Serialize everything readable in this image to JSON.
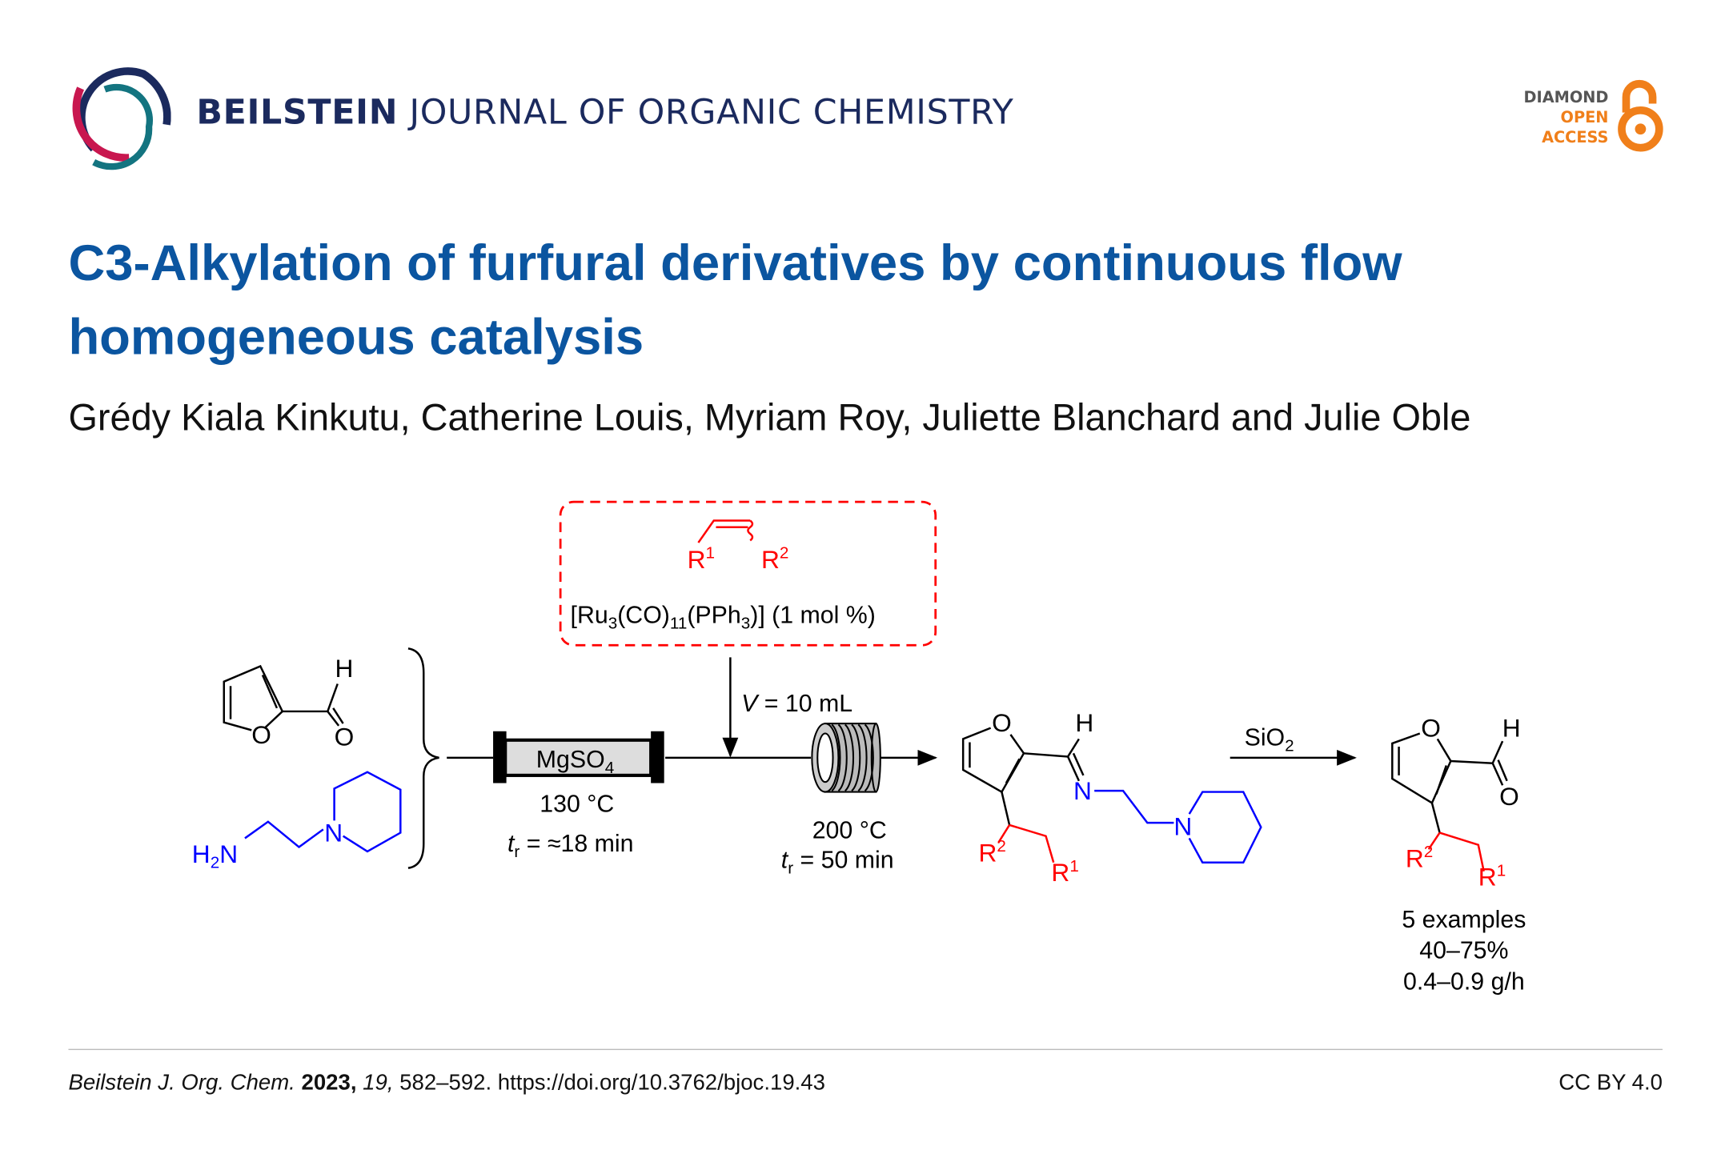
{
  "header": {
    "journal_bold": "BEILSTEIN",
    "journal_rest": "JOURNAL OF ORGANIC CHEMISTRY",
    "logo_colors": {
      "navy": "#1b2a5e",
      "crimson": "#c8174f",
      "teal": "#137480"
    },
    "open_access": {
      "line1": "DIAMOND",
      "line2": "OPEN",
      "line3": "ACCESS",
      "color": "#f07f1a",
      "dark": "#555555"
    }
  },
  "article": {
    "title_line1": "C3-Alkylation of furfural derivatives by continuous flow",
    "title_line2": "homogeneous catalysis",
    "authors": "Grédy Kiala Kinkutu, Catherine Louis, Myriam Roy, Juliette Blanchard and Julie Oble",
    "title_color": "#0b55a0"
  },
  "scheme": {
    "colors": {
      "red": "#ff0000",
      "blue": "#0000ff"
    },
    "atoms": {
      "O": "O",
      "H": "H",
      "N": "N",
      "H2N_H": "H",
      "H2N_2": "2",
      "H2N_N": "N",
      "R": "R",
      "one": "1",
      "two": "2"
    },
    "catalyst": {
      "open": "[Ru",
      "sub3": "3",
      "co": "(CO)",
      "sub11": "11",
      "pph": "(PPh",
      "sub3b": "3",
      "close": ")] (1 mol %)"
    },
    "cartridge": {
      "label": "MgSO",
      "sub": "4",
      "temp": "130 °C",
      "t": "t",
      "t_sub": "r",
      "time": " = ≈18 min"
    },
    "coil": {
      "volume_v": "V",
      "volume_rest": " = 10 mL",
      "temp": "200 °C",
      "t": "t",
      "t_sub": "r",
      "time": " = 50 min"
    },
    "step2": {
      "reagent": "SiO",
      "reagent_sub": "2"
    },
    "results": {
      "examples": "5 examples",
      "yield": "40–75%",
      "rate": "0.4–0.9 g/h"
    }
  },
  "footer": {
    "journal_abbrev": "Beilstein J. Org. Chem.",
    "year": "2023,",
    "volume": "19,",
    "pages_doi": "582–592. https://doi.org/10.3762/bjoc.19.43",
    "license": "CC BY 4.0"
  }
}
